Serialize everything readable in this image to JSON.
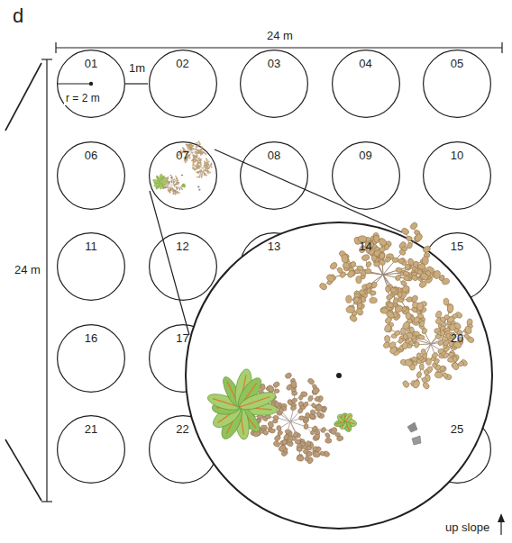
{
  "diagram": {
    "nodes": [
      {
        "text": [
          "01"
        ]
      },
      {
        "text": [
          "02"
        ]
      },
      {
        "text": [
          "03"
        ]
      },
      {
        "text": [
          "04"
        ]
      },
      {
        "text": [
          "05"
        ]
      },
      {
        "text": [
          "06"
        ]
      },
      {
        "text": [
          "07"
        ]
      },
      {
        "text": [
          "08"
        ]
      },
      {
        "text": [
          "09"
        ]
      },
      {
        "text": [
          "10"
        ]
      },
      {
        "text": [
          "11"
        ]
      },
      {
        "text": [
          "12"
        ]
      },
      {
        "text": [
          "13"
        ]
      },
      {
        "text": [
          "14"
        ]
      },
      {
        "text": [
          "15"
        ]
      },
      {
        "text": [
          "16"
        ]
      },
      {
        "text": [
          "17"
        ]
      },
      {
        "text": [
          "20"
        ]
      },
      {
        "text": [
          "21"
        ]
      },
      {
        "text": [
          "22"
        ]
      },
      {
        "text": [
          "25"
        ]
      }
    ],
    "labels": [
      "d",
      "24 m",
      "1m",
      "r = 2 m",
      "24 m",
      "up slope"
    ]
  }
}
